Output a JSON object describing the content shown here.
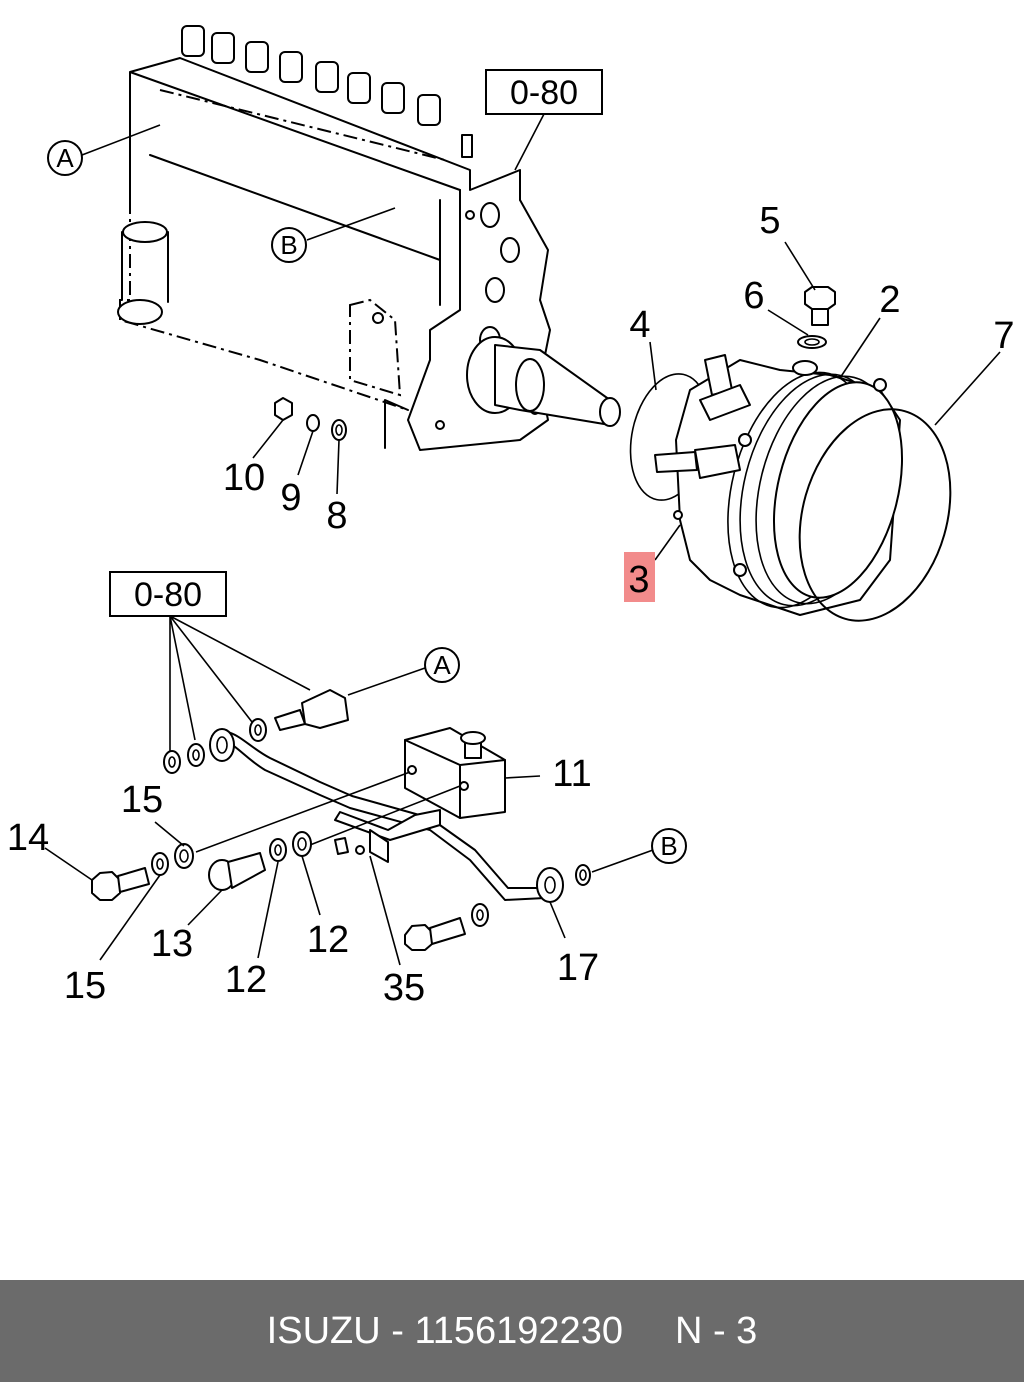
{
  "diagram": {
    "ref_boxes": [
      "0-80",
      "0-80"
    ],
    "circled_refs": {
      "a1": "A",
      "b1": "B",
      "a2": "A",
      "b2": "B"
    },
    "callouts": {
      "c2": "2",
      "c3": "3",
      "c4": "4",
      "c5": "5",
      "c6": "6",
      "c7": "7",
      "c8": "8",
      "c9": "9",
      "c10": "10",
      "c11": "11",
      "c12a": "12",
      "c12b": "12",
      "c13": "13",
      "c14": "14",
      "c15a": "15",
      "c15b": "15",
      "c17": "17",
      "c35": "35"
    },
    "highlighted_callout": "3",
    "highlight_color": "#f28b8b"
  },
  "footer": {
    "brand_part": "ISUZU - 1156192230",
    "page_ref": "N - 3",
    "background": "#6b6b6b"
  }
}
